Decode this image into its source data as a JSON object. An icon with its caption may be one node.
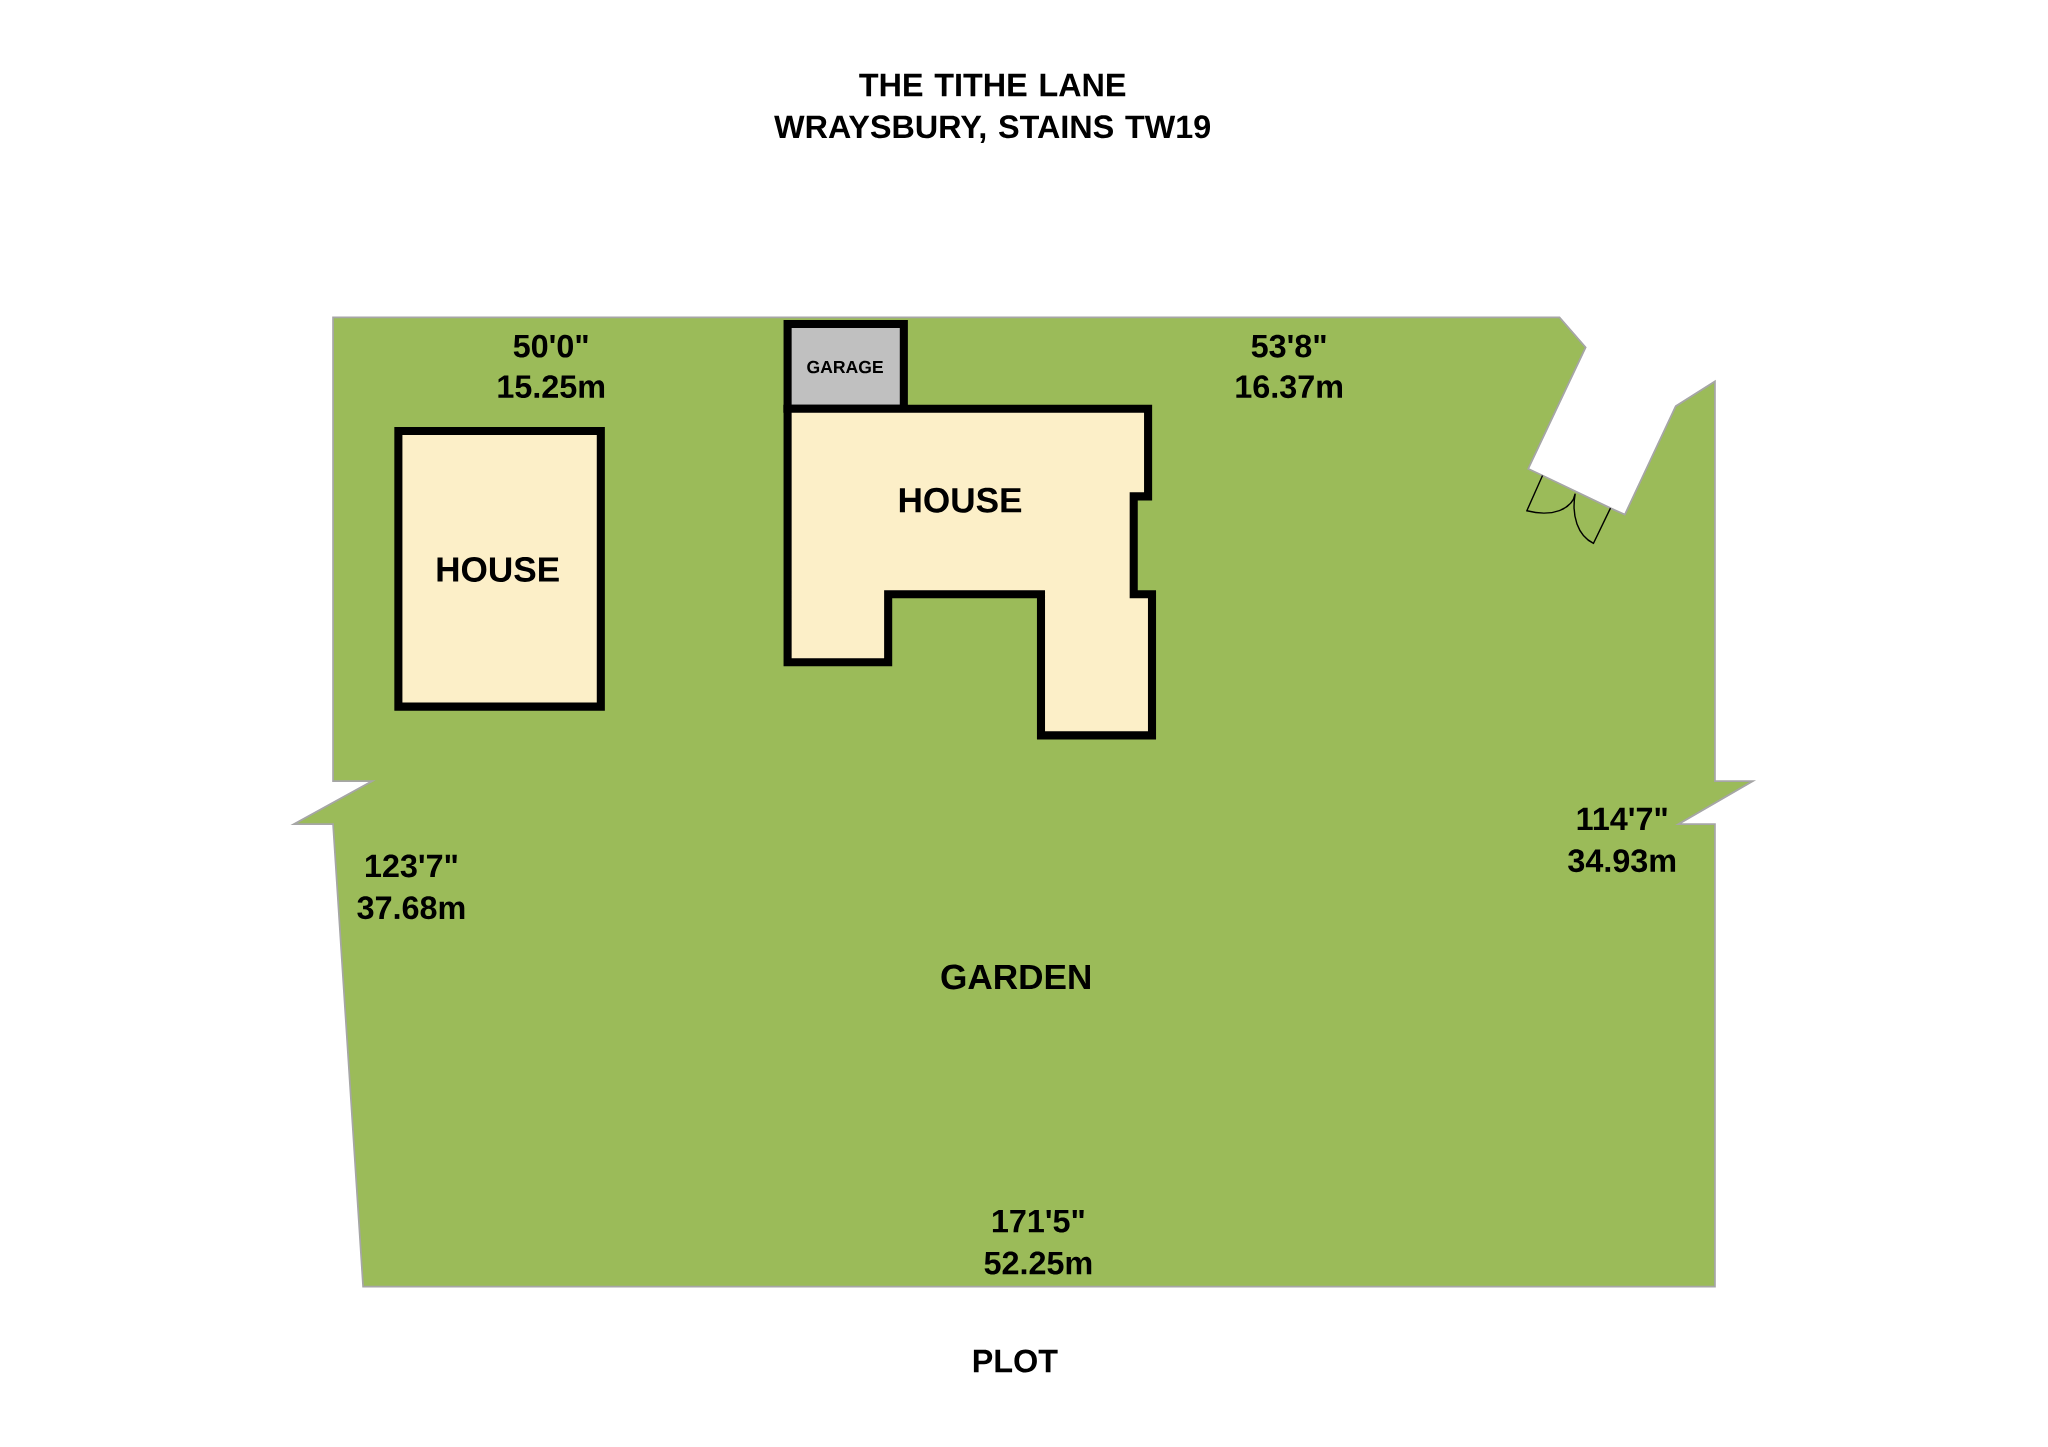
{
  "diagram": {
    "title": "THE TITHE LANE WRAYSBURY, STAINS TW19",
    "caption": "PLOT",
    "nodes": [
      {
        "text": [
          "GARDEN"
        ]
      },
      {
        "text": [
          "HOUSE"
        ],
        "in": 0
      },
      {
        "text": [
          "GARAGE"
        ],
        "in": 0
      },
      {
        "text": [
          "HOUSE"
        ],
        "in": 0
      }
    ],
    "labels": [
      "50'0\"",
      "15.25m",
      "53'8\"",
      "16.37m",
      "114'7\"",
      "34.93m",
      "123'7\"",
      "37.68m",
      "171'5\"",
      "52.25m"
    ]
  }
}
